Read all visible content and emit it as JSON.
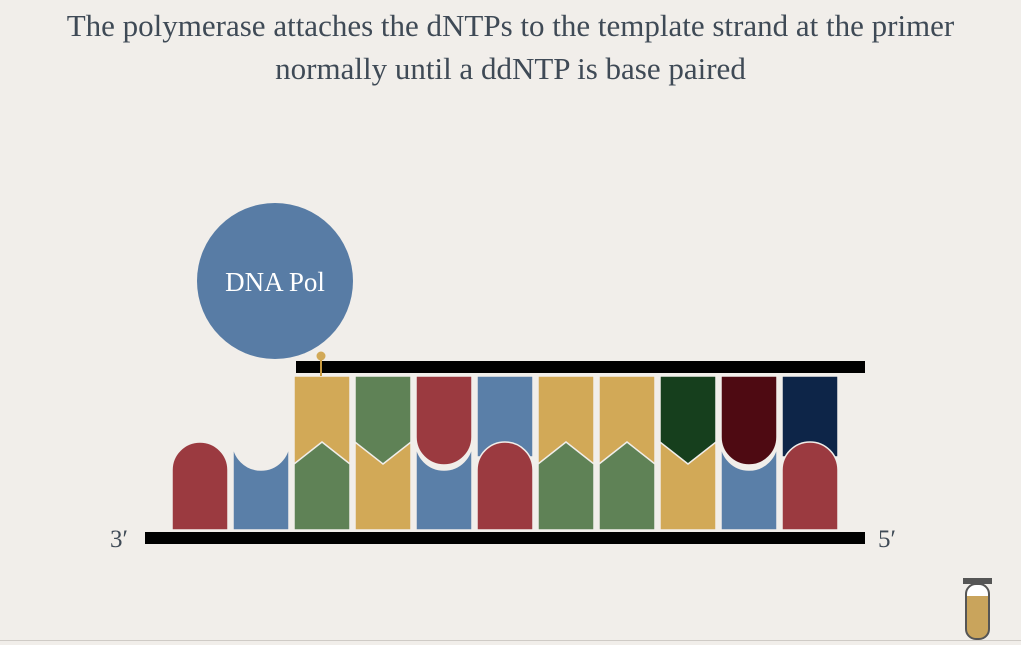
{
  "slide": {
    "title_line1": "The polymerase attaches the dNTPs to the template strand at the primer",
    "title_line2": "normally until a ddNTP is base paired"
  },
  "diagram": {
    "polymerase_label": "DNA Pol",
    "end_label_3prime": "3′",
    "end_label_5prime": "5′",
    "colors": {
      "red": "#9b3a40",
      "blue": "#5a7fa8",
      "green": "#5f8256",
      "yellow": "#d2a957",
      "dark_green": "#163f1d",
      "dark_red": "#4e0a12",
      "navy": "#0d2548",
      "polymerase": "#587ca5",
      "strand": "#000000",
      "tube_fill": "#c9a45c"
    },
    "template_bases": [
      "red",
      "blue",
      "green",
      "yellow",
      "blue",
      "red",
      "green",
      "green",
      "yellow",
      "blue",
      "red"
    ],
    "new_strand_bases": [
      "yellow",
      "green",
      "red",
      "blue",
      "yellow",
      "yellow",
      "dark_green",
      "dark_red",
      "navy"
    ]
  }
}
